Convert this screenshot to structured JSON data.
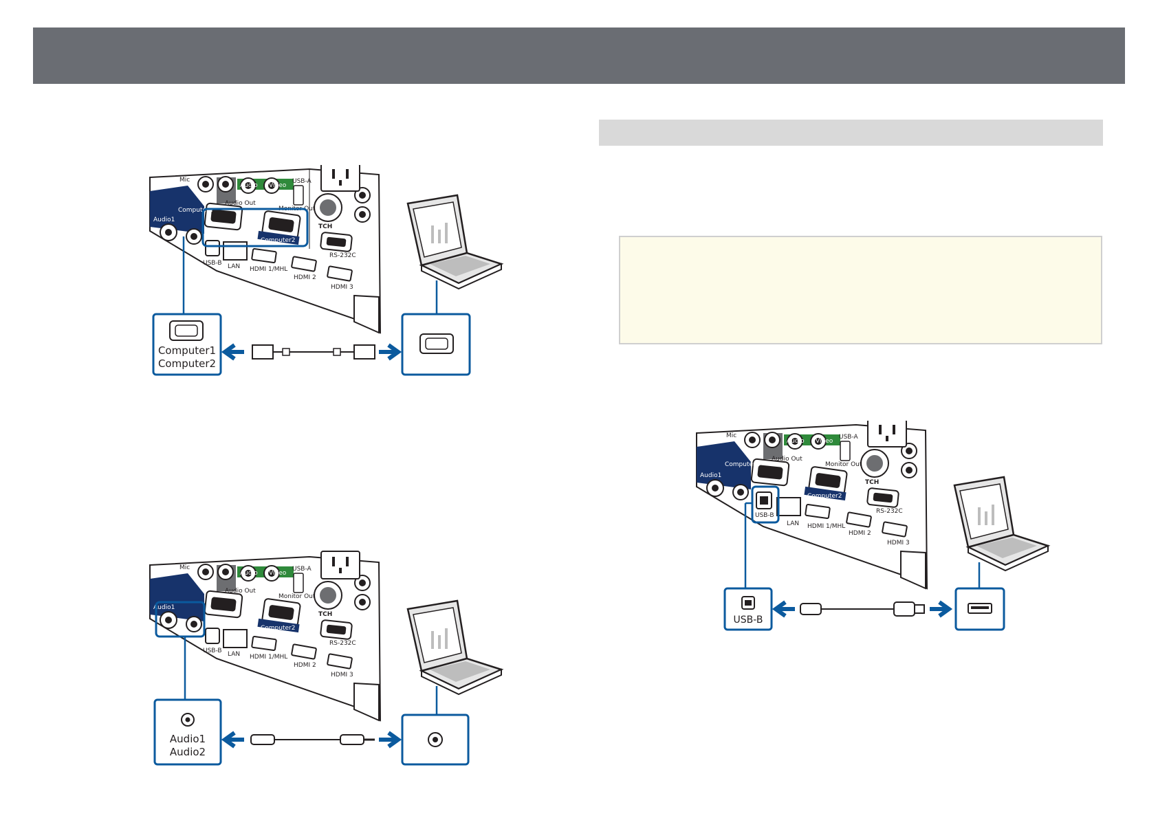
{
  "colors": {
    "header": "#6a6d73",
    "section_bar": "#d9d9d9",
    "note_bg": "#fdfbe9",
    "highlight_blue": "#0b5a9e",
    "panel_navy": "#17336b",
    "port_green": "#2f8a3b",
    "port_gray": "#6d6e71"
  },
  "panel": {
    "mic": "Mic",
    "audio": "Audio",
    "video": "Video",
    "usb_a": "USB-A",
    "audio1": "Audio1",
    "audio2": "Audio2",
    "computer1": "Computer1",
    "computer2": "Computer2",
    "audio_out": "Audio Out",
    "monitor_out": "Monitor Out",
    "touch": "TCH",
    "rs232c": "RS-232C",
    "usb_b": "USB-B",
    "lan": "LAN",
    "hdmi1": "HDMI 1/MHL",
    "hdmi2": "HDMI 2",
    "hdmi3": "HDMI 3"
  },
  "figures": {
    "computer": {
      "port_label_1": "Computer1",
      "port_label_2": "Computer2"
    },
    "audio": {
      "port_label_1": "Audio1",
      "port_label_2": "Audio2"
    },
    "usb": {
      "port_label": "USB-B"
    }
  }
}
